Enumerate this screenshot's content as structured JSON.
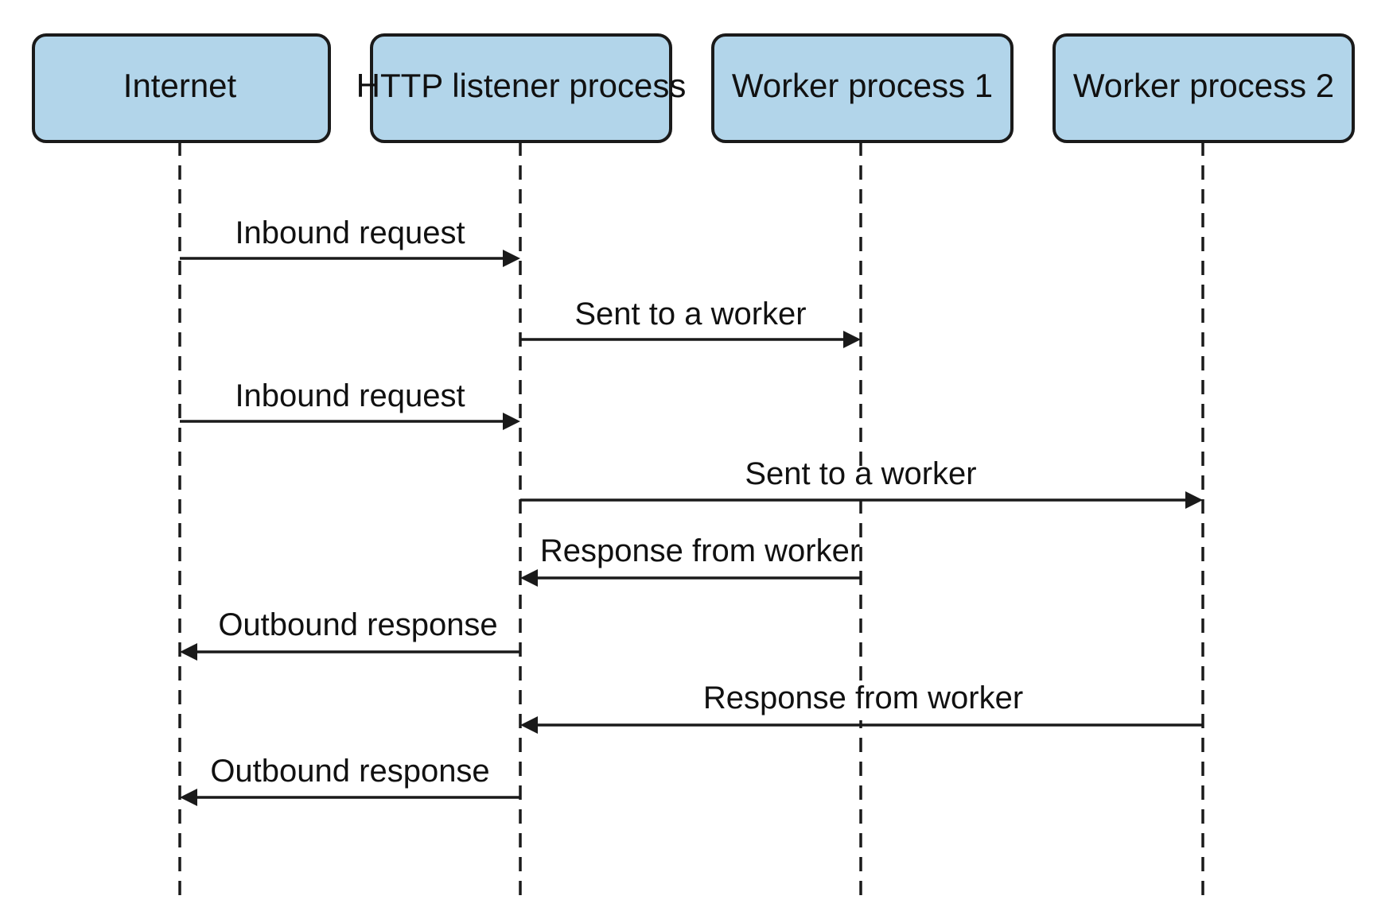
{
  "colors": {
    "box_fill": "#b2d5ea",
    "stroke": "#1a1a1a",
    "text": "#111111"
  },
  "participants": [
    {
      "id": "internet",
      "label": "Internet"
    },
    {
      "id": "http",
      "label": "HTTP listener process"
    },
    {
      "id": "worker1",
      "label": "Worker process 1"
    },
    {
      "id": "worker2",
      "label": "Worker process 2"
    }
  ],
  "messages": [
    {
      "label": "Inbound request",
      "from": "internet",
      "to": "http"
    },
    {
      "label": "Sent to a worker",
      "from": "http",
      "to": "worker1"
    },
    {
      "label": "Inbound request",
      "from": "internet",
      "to": "http"
    },
    {
      "label": "Sent to a worker",
      "from": "http",
      "to": "worker2"
    },
    {
      "label": "Response from worker",
      "from": "worker1",
      "to": "http"
    },
    {
      "label": "Outbound response",
      "from": "http",
      "to": "internet"
    },
    {
      "label": "Response from worker",
      "from": "worker2",
      "to": "http"
    },
    {
      "label": "Outbound response",
      "from": "http",
      "to": "internet"
    }
  ]
}
